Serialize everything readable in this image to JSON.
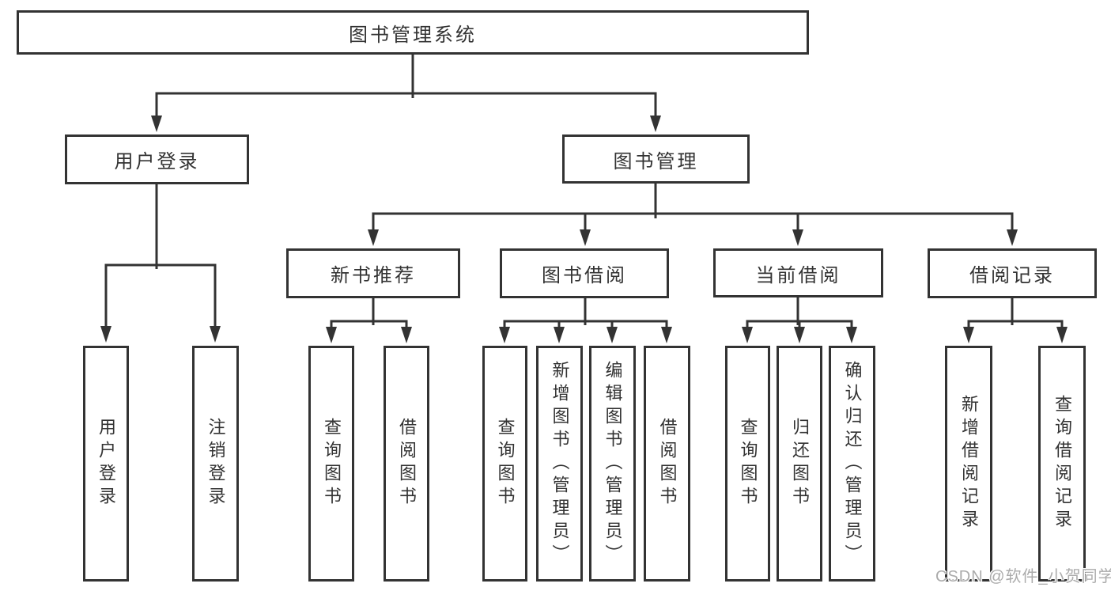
{
  "diagram": {
    "root": {
      "label": "图书管理系统"
    },
    "user_login": {
      "label": "用户登录",
      "children": [
        {
          "label": "用户登录"
        },
        {
          "label": "注销登录"
        }
      ]
    },
    "book_mgmt": {
      "label": "图书管理",
      "sections": [
        {
          "label": "新书推荐",
          "children": [
            {
              "label": "查询图书"
            },
            {
              "label": "借阅图书"
            }
          ]
        },
        {
          "label": "图书借阅",
          "children": [
            {
              "label": "查询图书"
            },
            {
              "label": "新增图书（管理员）"
            },
            {
              "label": "编辑图书（管理员）"
            },
            {
              "label": "借阅图书"
            }
          ]
        },
        {
          "label": "当前借阅",
          "children": [
            {
              "label": "查询图书"
            },
            {
              "label": "归还图书"
            },
            {
              "label": "确认归还（管理员）"
            }
          ]
        },
        {
          "label": "借阅记录",
          "children": [
            {
              "label": "新增借阅记录"
            },
            {
              "label": "查询借阅记录"
            }
          ]
        }
      ]
    },
    "colors": {
      "line": "#333333",
      "text": "#333333",
      "background": "#ffffff",
      "watermark": "#ababab"
    },
    "watermark": "CSDN @软件_小贺同学"
  }
}
